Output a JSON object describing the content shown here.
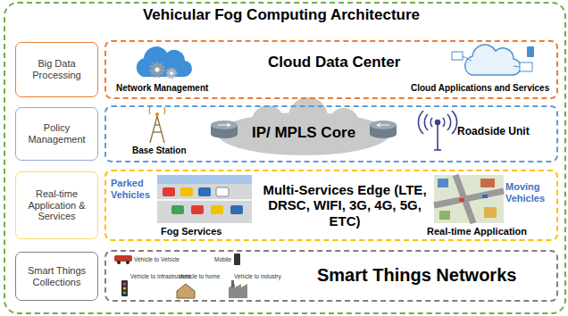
{
  "diagram": {
    "nodes": [
      {
        "text": [
          "Vehicular Fog Computing Architecture"
        ]
      },
      {
        "text": [
          "Big Data Processing"
        ],
        "in": 0
      },
      {
        "text": [
          "Network Management",
          "Cloud Data Center",
          "Cloud Applications and Services"
        ],
        "in": 0
      },
      {
        "text": [
          "Policy Management"
        ],
        "in": 0
      },
      {
        "text": [
          "Base Station",
          "IP/ MPLS Core",
          "Roadside Unit"
        ],
        "in": 0
      },
      {
        "text": [
          "Real-time Application & Services"
        ],
        "in": 0
      },
      {
        "text": [
          "Parked Vehicles",
          "Fog Services",
          "Multi-Services Edge (LTE, DRSC, WIFI, 3G, 4G, 5G, ETC)",
          "Moving Vehicles",
          "Real-time Application"
        ],
        "in": 0
      },
      {
        "text": [
          "Smart Things Collections"
        ],
        "in": 0
      },
      {
        "text": [
          "Smart Things Networks"
        ],
        "in": 0
      }
    ],
    "labels": [
      "Vehicle to Vehicle",
      "Mobile",
      "Vehicle to infrastructure",
      "Vehicle to home",
      "Vehicle to industry"
    ]
  }
}
